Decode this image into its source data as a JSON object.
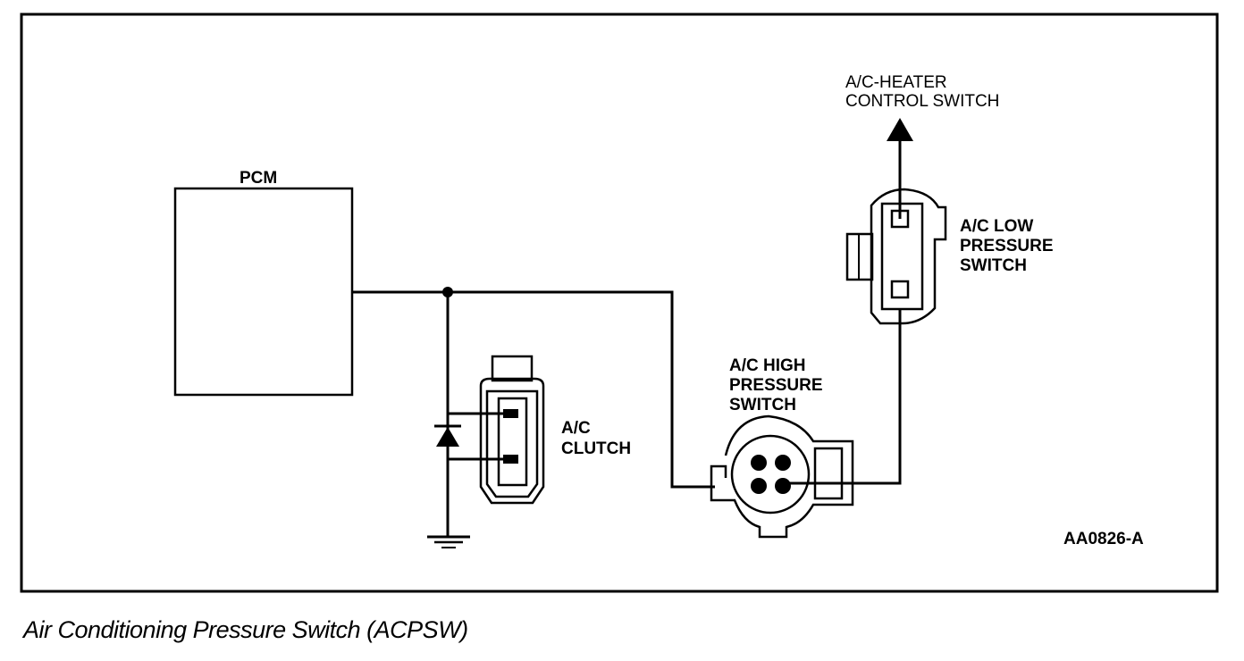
{
  "labels": {
    "pcm": "PCM",
    "heater_line1": "A/C-HEATER",
    "heater_line2": "CONTROL SWITCH",
    "low_line1": "A/C LOW",
    "low_line2": "PRESSURE",
    "low_line3": "SWITCH",
    "high_line1": "A/C HIGH",
    "high_line2": "PRESSURE",
    "high_line3": "SWITCH",
    "clutch_line1": "A/C",
    "clutch_line2": "CLUTCH",
    "figure_id": "AA0826-A"
  },
  "caption": "Air Conditioning Pressure Switch (ACPSW)"
}
